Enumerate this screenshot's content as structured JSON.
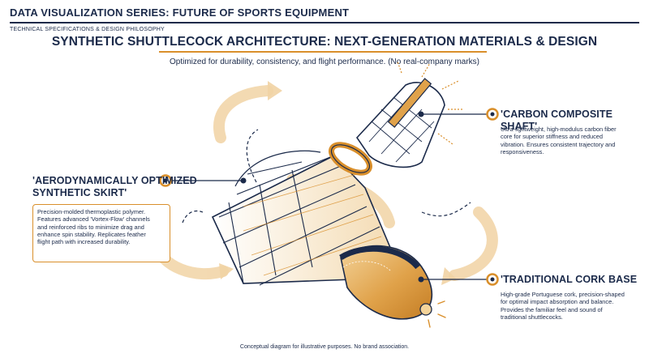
{
  "header": {
    "series_title": "DATA VISUALIZATION SERIES: FUTURE OF SPORTS EQUIPMENT",
    "series_subtitle": "TECHNICAL SPECIFICATIONS & DESIGN PHILOSOPHY"
  },
  "main": {
    "title": "SYNTHETIC SHUTTLECOCK ARCHITECTURE: NEXT-GENERATION MATERIALS & DESIGN",
    "subtitle": "Optimized for durability, consistency, and flight performance. (No real-company marks)"
  },
  "callouts": {
    "shaft": {
      "label": "'CARBON COMPOSITE SHAFT'",
      "description": [
        "Ultra-lightweight, high-modulus carbon fiber",
        "core for superior stiffness and reduced",
        "vibration. Ensures consistent trajectory and",
        "responsiveness."
      ]
    },
    "skirt": {
      "label_line1": "'AERODYNAMICALLY OPTIMIZED",
      "label_line2": "SYNTHETIC SKIRT'",
      "description": [
        "Precision-molded thermoplastic polymer.",
        "Features advanced 'Vortex-Flow' channels",
        "and reinforced ribs to minimize drag and",
        "enhance spin stability. Replicates feather",
        "flight path with increased durability."
      ]
    },
    "cork": {
      "label": "'TRADITIONAL CORK BASE",
      "description": [
        "High-grade Portuguese cork, precision-shaped",
        "for optimal impact absorption and balance.",
        "Provides the familiar feel and sound of",
        "traditional shuttlecocks."
      ]
    }
  },
  "footer": {
    "note": "Conceptual diagram for illustrative purposes. No brand association."
  },
  "colors": {
    "navy": "#1b2a4a",
    "accent_orange": "#d98f2b",
    "light_orange": "#f4dcb4",
    "cork_gold": "#e0a24a"
  },
  "icons": [
    "callout-marker-icon",
    "motion-arrow-icon",
    "shuttlecock-illustration"
  ]
}
